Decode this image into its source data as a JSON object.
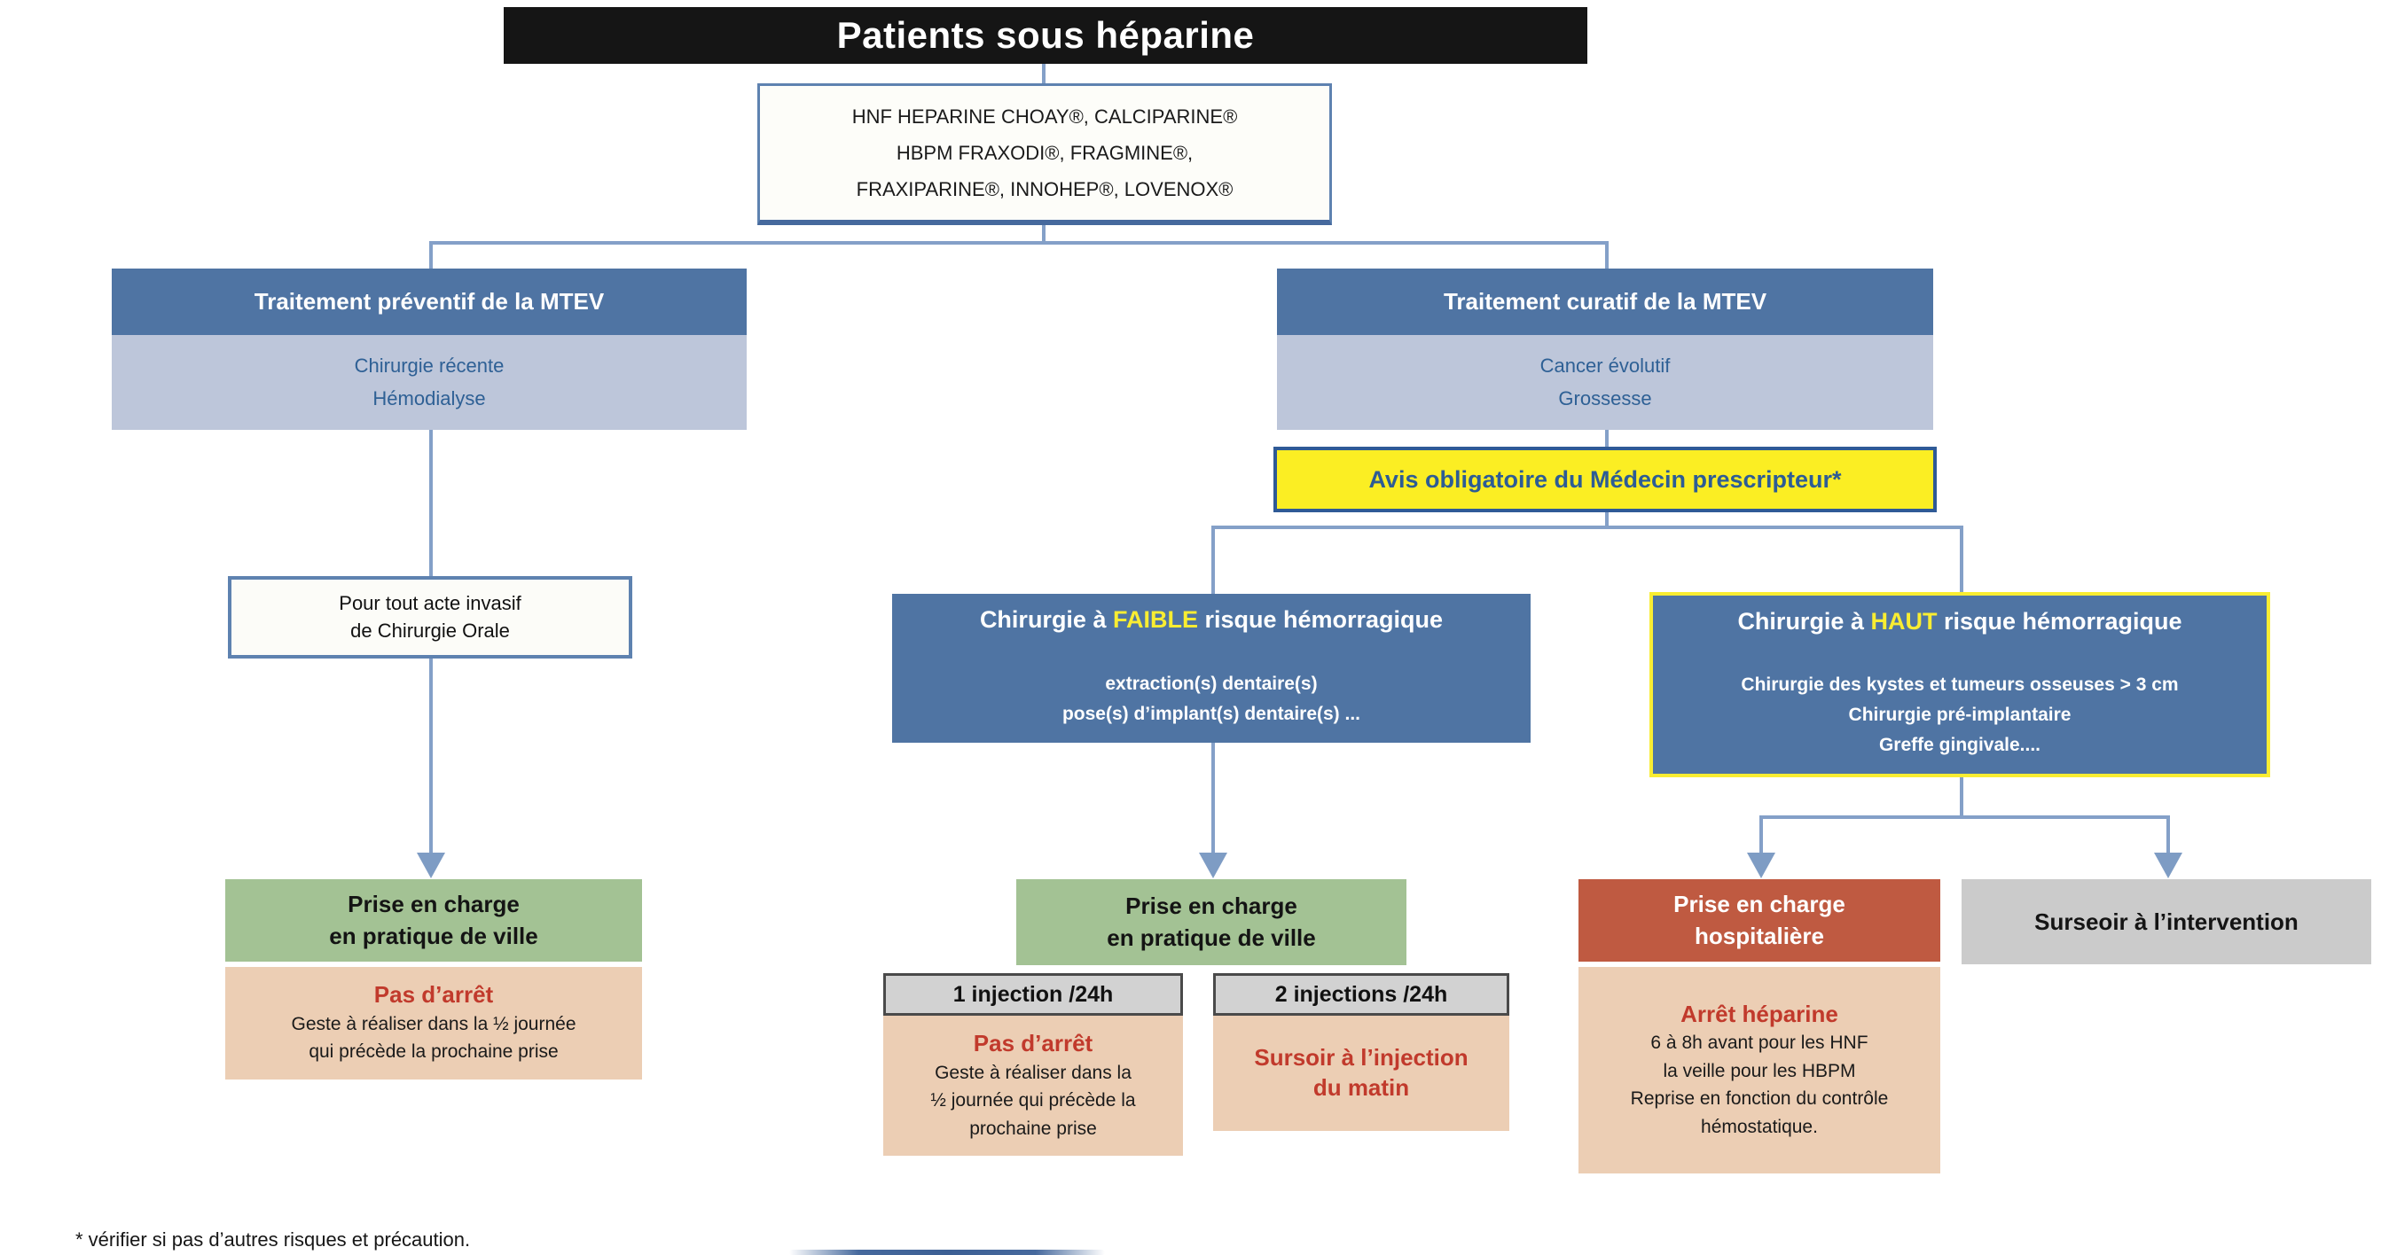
{
  "root": {
    "title": "Patients sous héparine"
  },
  "drugs": {
    "lines": [
      "HNF HEPARINE CHOAY®, CALCIPARINE®",
      "HBPM FRAXODI®, FRAGMINE®,",
      "FRAXIPARINE®, INNOHEP®, LOVENOX®"
    ]
  },
  "branches": {
    "preventif": {
      "title": "Traitement préventif de la MTEV",
      "items": [
        "Chirurgie récente",
        "Hémodialyse"
      ]
    },
    "curatif": {
      "title": "Traitement curatif de la MTEV",
      "items": [
        "Cancer évolutif",
        "Grossesse"
      ]
    }
  },
  "advice": {
    "label": "Avis obligatoire du Médecin prescripteur*"
  },
  "invasive": {
    "lines": [
      "Pour tout acte invasif",
      "de Chirurgie Orale"
    ]
  },
  "low_risk": {
    "prefix": "Chirurgie à ",
    "highlight": "FAIBLE",
    "suffix": " risque hémorragique",
    "items": [
      "extraction(s) dentaire(s)",
      "pose(s) d’implant(s) dentaire(s) ..."
    ]
  },
  "high_risk": {
    "prefix": "Chirurgie à ",
    "highlight": "HAUT",
    "suffix": " risque hémorragique",
    "items": [
      "Chirurgie des kystes et tumeurs osseuses > 3 cm",
      "Chirurgie pré-implantaire",
      "Greffe gingivale...."
    ]
  },
  "outcomes": {
    "city_left": {
      "title_lines": [
        "Prise en charge",
        "en pratique de ville"
      ],
      "accent": "Pas d’arrêt",
      "body": [
        "Geste à réaliser dans la ½ journée",
        "qui précède la prochaine prise"
      ]
    },
    "city_mid": {
      "title_lines": [
        "Prise en charge",
        "en pratique de ville"
      ]
    },
    "inj1": {
      "header": "1 injection /24h",
      "accent": "Pas d’arrêt",
      "body": [
        "Geste à réaliser dans la",
        "½ journée qui précède la",
        "prochaine prise"
      ]
    },
    "inj2": {
      "header": "2 injections /24h",
      "accent_lines": [
        "Sursoir à l’injection",
        "du matin"
      ]
    },
    "hospital": {
      "title_lines": [
        "Prise en charge",
        "hospitalière"
      ],
      "accent": "Arrêt héparine",
      "body": [
        "6 à 8h avant pour les HNF",
        "la veille pour les HBPM",
        "Reprise en fonction du contrôle",
        "hémostatique."
      ]
    },
    "postpone": {
      "label": "Surseoir à l’intervention"
    }
  },
  "footnote": "* vérifier si pas d’autres risques et précaution.",
  "colors": {
    "header_bg": "#151515",
    "steel_blue": "#4f74a3",
    "light_blue": "#bdc6da",
    "sub_text_blue": "#2e6095",
    "yellow": "#fbee23",
    "yellow_border_blue": "#2f5a96",
    "connector_blue": "#84a0c8",
    "green": "#a3c294",
    "peach": "#ecceb4",
    "accent_red": "#c13a2c",
    "terracotta": "#bf5a41",
    "gray_box": "#cbcbcb",
    "gray_header_bg": "#d2d2d2",
    "box_border_blue": "#5e82b0"
  }
}
